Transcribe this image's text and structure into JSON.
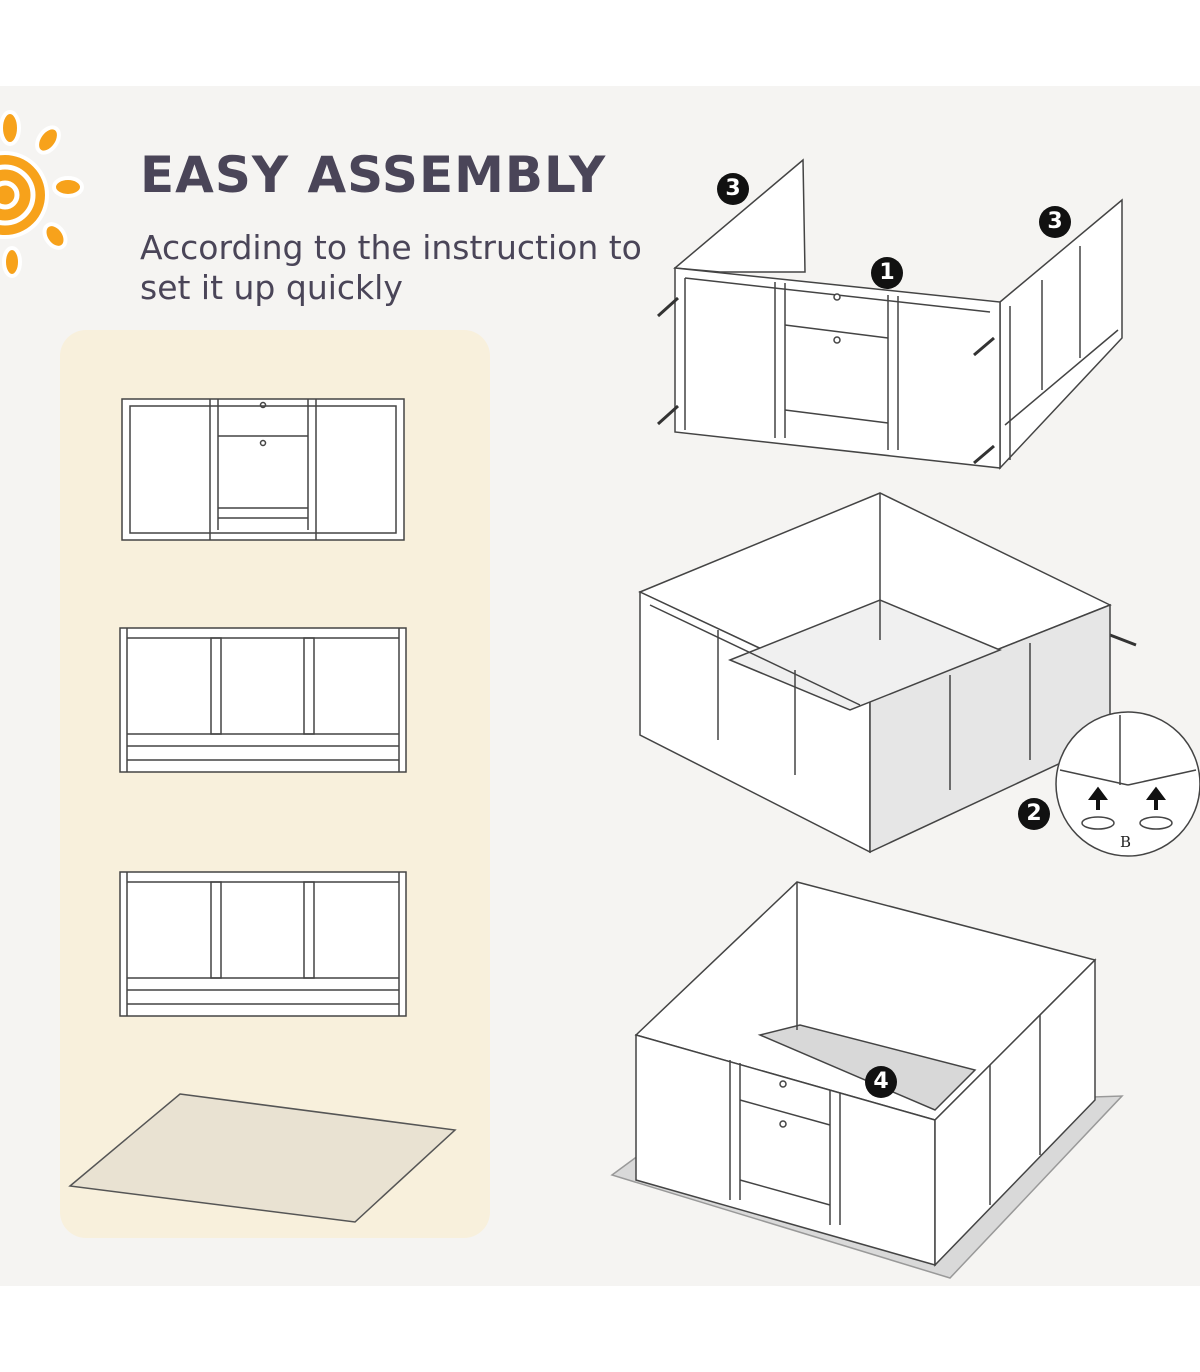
{
  "header": {
    "title": "EASY ASSEMBLY",
    "subtitle": "According to the instruction to set it up quickly"
  },
  "callouts": {
    "side_left": "3",
    "side_right": "3",
    "front": "1",
    "back": "2",
    "floor": "4",
    "foot_pad": "B"
  },
  "colors": {
    "accent": "#f7a21b",
    "title": "#4a4558",
    "panel": "#f8f0dc",
    "background": "#f5f4f2"
  }
}
